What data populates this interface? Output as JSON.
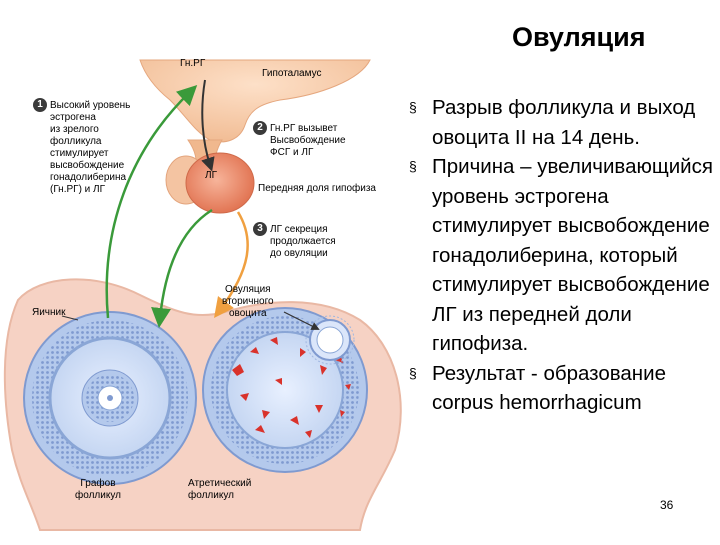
{
  "title": "Овуляция",
  "figure": {
    "labels": {
      "gnrh": "Гн.РГ",
      "hypothalamus": "Гипоталамус",
      "step1_num": "1",
      "step1_text": "Высокий уровень\nэстрогена\nиз зрелого\nфолликула\nстимулирует\nвысвобождение\nгонадолиберина\n(Гн.РГ) и ЛГ",
      "step2_num": "2",
      "step2_text": "Гн.РГ вызывет\nВысвобождение\nФСГ и ЛГ",
      "lh": "ЛГ",
      "anterior_pituitary": "Передняя доля гипофиза",
      "step3_num": "3",
      "step3_text": "ЛГ секреция\nпродолжается\nдо овуляции",
      "ovulation": "Овуляция\nвторичного\nовоцита",
      "ovary": "Яичник",
      "graafian": "Графов\nфолликул",
      "atretic": "Атретический\nфолликул"
    }
  },
  "bullets": [
    {
      "marker": "§",
      "text": "Разрыв фолликула и выход овоцита II на 14 день."
    },
    {
      "marker": "§",
      "text": "Причина – увеличивающийся уровень эстрогена стимулирует высвобождение гонадолиберина, который стимулирует высвобождение ЛГ из передней доли гипофиза."
    },
    {
      "marker": "§",
      "text": "Результат - образование corpus hemorrhagicum"
    }
  ],
  "page_number": "36",
  "colors": {
    "tissue": "#f3bf9d",
    "pituitary": "#ea8a66",
    "arrow_green": "#3a9a3a",
    "arrow_orange": "#f0a040",
    "cells_blue": "#8aa6d6",
    "blood_red": "#d9322b"
  }
}
